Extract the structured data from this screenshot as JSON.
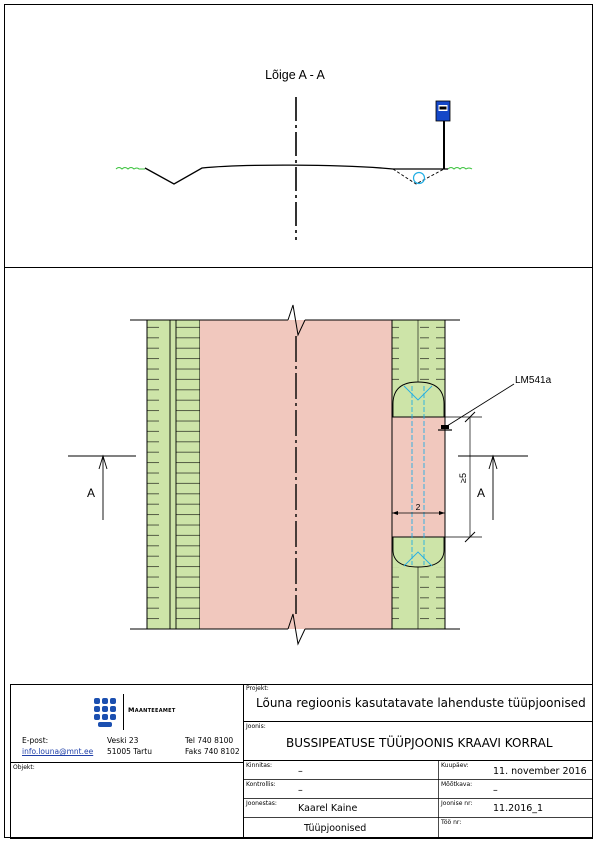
{
  "section": {
    "title": "Lõige A - A"
  },
  "plan": {
    "sign_label": "LM541a",
    "length_dim": "≥5",
    "width_dim": "2",
    "cut_left": "A",
    "cut_right": "A"
  },
  "title_block": {
    "org_name": "Maanteeamet",
    "email_label": "E-post:",
    "email": "info.louna@mnt.ee",
    "street": "Veski 23",
    "city": "51005 Tartu",
    "phone": "Tel 740 8100",
    "fax": "Faks 740 8102",
    "object_label": "Objekt:",
    "project_label": "Projekt:",
    "project_value": "Lõuna regioonis kasutatavate lahenduste tüüpjoonised",
    "drawing_label": "Joonis:",
    "drawing_value": "BUSSIPEATUSE TÜÜPJOONIS KRAAVI KORRAL",
    "approved_label": "Kinnitas:",
    "approved_value": "–",
    "checked_label": "Kontrollis:",
    "checked_value": "–",
    "drawn_label": "Joonestas:",
    "drawn_value": "Kaarel Kaine",
    "date_label": "Kuupäev:",
    "date_value": "11. november 2016",
    "scale_label": "Mõõtkava:",
    "scale_value": "–",
    "number_label": "Joonise nr:",
    "number_value": "11.2016_1",
    "stage_value": "Tüüpjoonised",
    "stage_label": "Töö nr:"
  },
  "colors": {
    "road": "#f1c8be",
    "verge": "#cde4a8",
    "grass": "#38c23a",
    "pipe": "#22aee4",
    "sign_blue": "#1447c8",
    "logo_blue": "#1b4fb0"
  }
}
